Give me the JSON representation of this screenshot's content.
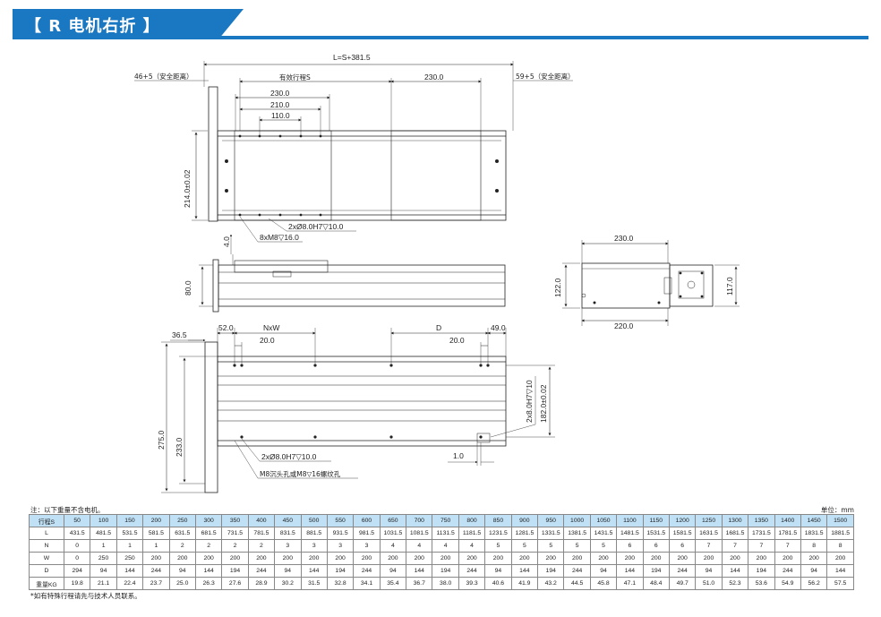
{
  "header": {
    "title": "【 R 电机右折 】",
    "accent": "#1a78c2"
  },
  "dims": {
    "total_length": "L=S+381.5",
    "left_safe": "46+5（安全距离）",
    "right_safe": "59+5（安全距离）",
    "effective_stroke": "有效行程S",
    "d230_a": "230.0",
    "d230_b": "230.0",
    "d210": "210.0",
    "d110": "110.0",
    "d214": "214.0±0.02",
    "hole1": "2xØ8.0H7▽10.0",
    "tap1": "8xM8▽16.0",
    "d4": "4.0",
    "d80": "80.0",
    "side_230": "230.0",
    "side_122": "122.0",
    "side_117": "117.0",
    "side_220": "220.0",
    "d36_5": "36.5",
    "d52": "52.0",
    "nxw": "NxW",
    "d_label": "D",
    "d49": "49.0",
    "d20_a": "20.0",
    "d20_b": "20.0",
    "d275": "275.0",
    "d233": "233.0",
    "hole_right": "2x8.0H7▽10",
    "d182": "182.0±0.02",
    "d1": "1.0",
    "hole2": "2xØ8.0H7▽10.0",
    "tap2": "M8沉头孔或M8▽16螺纹孔"
  },
  "note_top": "注：以下重量不含电机。",
  "unit": "单位：mm",
  "table": {
    "header_label": "行程S",
    "strokes": [
      "50",
      "100",
      "150",
      "200",
      "250",
      "300",
      "350",
      "400",
      "450",
      "500",
      "550",
      "600",
      "650",
      "700",
      "750",
      "800",
      "850",
      "900",
      "950",
      "1000",
      "1050",
      "1100",
      "1150",
      "1200",
      "1250",
      "1300",
      "1350",
      "1400",
      "1450",
      "1500"
    ],
    "rows": [
      {
        "label": "L",
        "values": [
          "431.5",
          "481.5",
          "531.5",
          "581.5",
          "631.5",
          "681.5",
          "731.5",
          "781.5",
          "831.5",
          "881.5",
          "931.5",
          "981.5",
          "1031.5",
          "1081.5",
          "1131.5",
          "1181.5",
          "1231.5",
          "1281.5",
          "1331.5",
          "1381.5",
          "1431.5",
          "1481.5",
          "1531.5",
          "1581.5",
          "1631.5",
          "1681.5",
          "1731.5",
          "1781.5",
          "1831.5",
          "1881.5"
        ]
      },
      {
        "label": "N",
        "values": [
          "0",
          "1",
          "1",
          "1",
          "2",
          "2",
          "2",
          "2",
          "3",
          "3",
          "3",
          "3",
          "4",
          "4",
          "4",
          "4",
          "5",
          "5",
          "5",
          "5",
          "5",
          "6",
          "6",
          "6",
          "7",
          "7",
          "7",
          "7",
          "8",
          "8"
        ]
      },
      {
        "label": "W",
        "values": [
          "0",
          "250",
          "250",
          "200",
          "200",
          "200",
          "200",
          "200",
          "200",
          "200",
          "200",
          "200",
          "200",
          "200",
          "200",
          "200",
          "200",
          "200",
          "200",
          "200",
          "200",
          "200",
          "200",
          "200",
          "200",
          "200",
          "200",
          "200",
          "200",
          "200"
        ]
      },
      {
        "label": "D",
        "values": [
          "294",
          "94",
          "144",
          "244",
          "94",
          "144",
          "194",
          "244",
          "94",
          "144",
          "194",
          "244",
          "94",
          "144",
          "194",
          "244",
          "94",
          "144",
          "194",
          "244",
          "94",
          "144",
          "194",
          "244",
          "94",
          "144",
          "194",
          "244",
          "94",
          "144"
        ]
      },
      {
        "label": "重量KG",
        "values": [
          "19.8",
          "21.1",
          "22.4",
          "23.7",
          "25.0",
          "26.3",
          "27.6",
          "28.9",
          "30.2",
          "31.5",
          "32.8",
          "34.1",
          "35.4",
          "36.7",
          "38.0",
          "39.3",
          "40.6",
          "41.9",
          "43.2",
          "44.5",
          "45.8",
          "47.1",
          "48.4",
          "49.7",
          "51.0",
          "52.3",
          "53.6",
          "54.9",
          "56.2",
          "57.5"
        ]
      }
    ]
  },
  "note_bottom": "*如有特殊行程请先与技术人员联系。"
}
